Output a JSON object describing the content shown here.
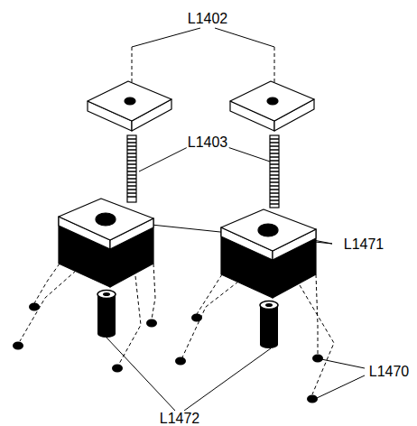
{
  "diagram": {
    "labels": [
      "L1402",
      "L1403",
      "L1471",
      "L1470",
      "L1472"
    ]
  }
}
